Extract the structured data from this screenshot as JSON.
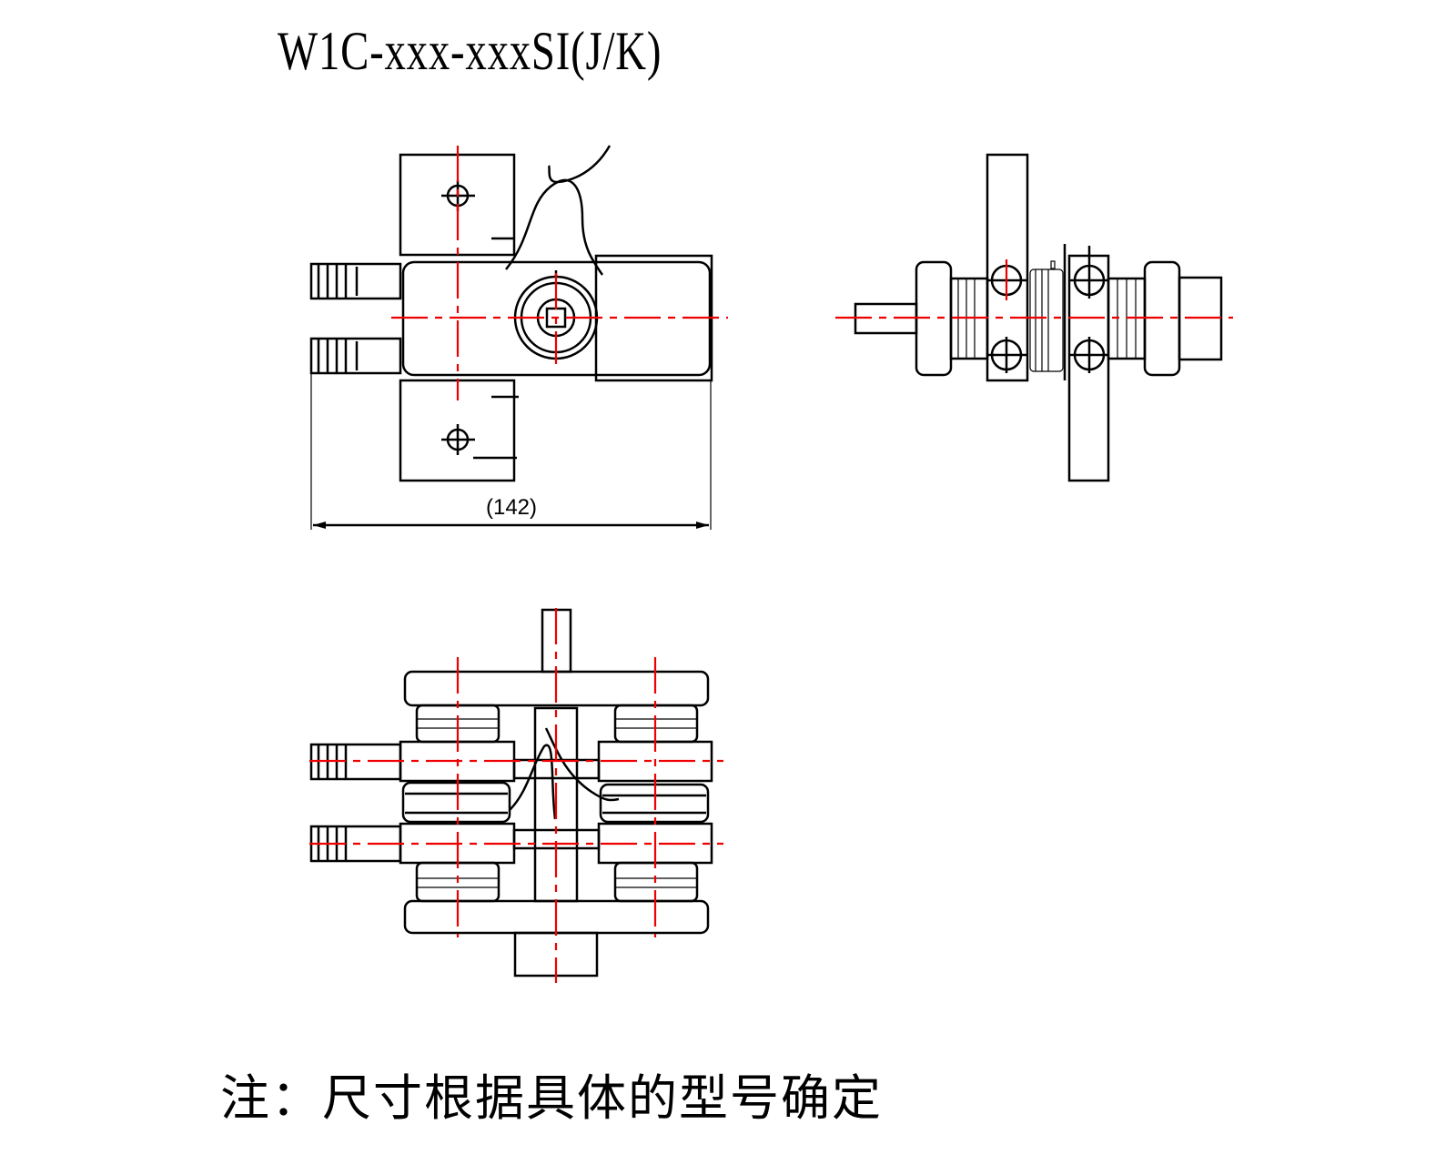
{
  "drawing": {
    "title": "W1C-xxx-xxxSI(J/K)",
    "dimension_label": "(142)",
    "note": "注：尺寸根据具体的型号确定",
    "colors": {
      "outline": "#000000",
      "centerline": "#e00000"
    }
  }
}
